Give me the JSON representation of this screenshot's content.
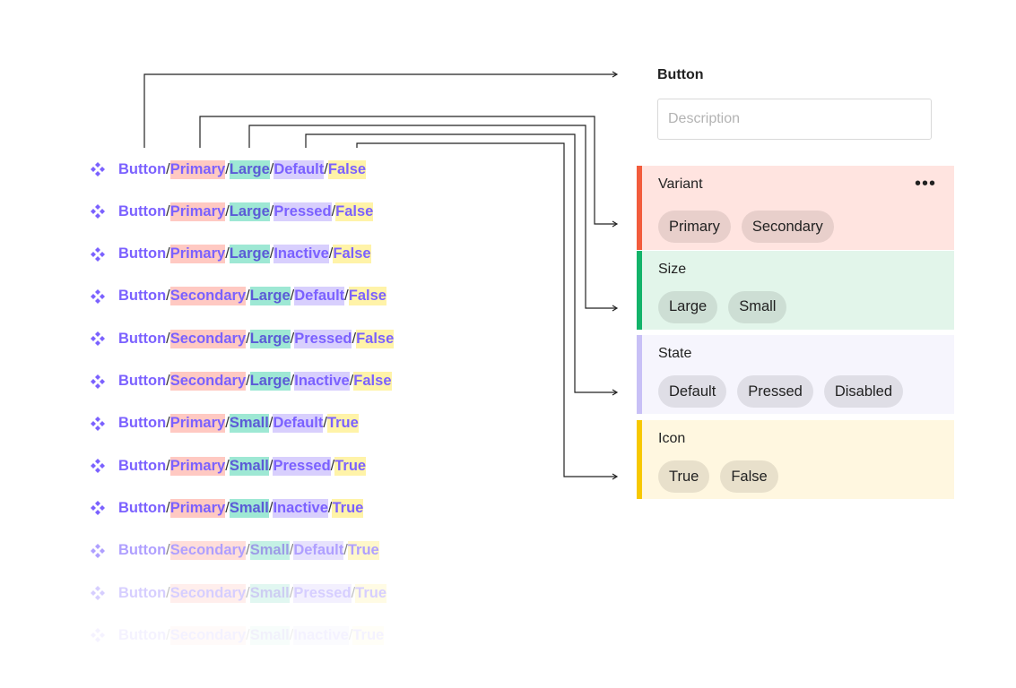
{
  "variants": [
    {
      "name": "Button",
      "variant": "Primary",
      "size": "Large",
      "state": "Default",
      "icon": "False"
    },
    {
      "name": "Button",
      "variant": "Primary",
      "size": "Large",
      "state": "Pressed",
      "icon": "False"
    },
    {
      "name": "Button",
      "variant": "Primary",
      "size": "Large",
      "state": "Inactive",
      "icon": "False"
    },
    {
      "name": "Button",
      "variant": "Secondary",
      "size": "Large",
      "state": "Default",
      "icon": "False"
    },
    {
      "name": "Button",
      "variant": "Secondary",
      "size": "Large",
      "state": "Pressed",
      "icon": "False"
    },
    {
      "name": "Button",
      "variant": "Secondary",
      "size": "Large",
      "state": "Inactive",
      "icon": "False"
    },
    {
      "name": "Button",
      "variant": "Primary",
      "size": "Small",
      "state": "Default",
      "icon": "True"
    },
    {
      "name": "Button",
      "variant": "Primary",
      "size": "Small",
      "state": "Pressed",
      "icon": "True"
    },
    {
      "name": "Button",
      "variant": "Primary",
      "size": "Small",
      "state": "Inactive",
      "icon": "True"
    },
    {
      "name": "Button",
      "variant": "Secondary",
      "size": "Small",
      "state": "Default",
      "icon": "True"
    },
    {
      "name": "Button",
      "variant": "Secondary",
      "size": "Small",
      "state": "Pressed",
      "icon": "True"
    },
    {
      "name": "Button",
      "variant": "Secondary",
      "size": "Small",
      "state": "Inactive",
      "icon": "True"
    }
  ],
  "row_opacity": [
    1,
    1,
    1,
    1,
    1,
    1,
    1,
    1,
    1,
    0.6,
    0.3,
    0.08
  ],
  "icon": "component-icon",
  "panel": {
    "title": "Button",
    "description_placeholder": "Description"
  },
  "properties": [
    {
      "name": "Variant",
      "values": [
        "Primary",
        "Secondary"
      ],
      "color": "#f25c3c",
      "bg": "#ffe4e0",
      "has_more": true
    },
    {
      "name": "Size",
      "values": [
        "Large",
        "Small"
      ],
      "color": "#13b36a",
      "bg": "#e2f5ea"
    },
    {
      "name": "State",
      "values": [
        "Default",
        "Pressed",
        "Disabled"
      ],
      "color": "#c8c0f6",
      "bg": "#f6f5fd"
    },
    {
      "name": "Icon",
      "values": [
        "True",
        "False"
      ],
      "color": "#f7c800",
      "bg": "#fff7e0"
    }
  ],
  "more_icon": "more-horizontal-icon"
}
